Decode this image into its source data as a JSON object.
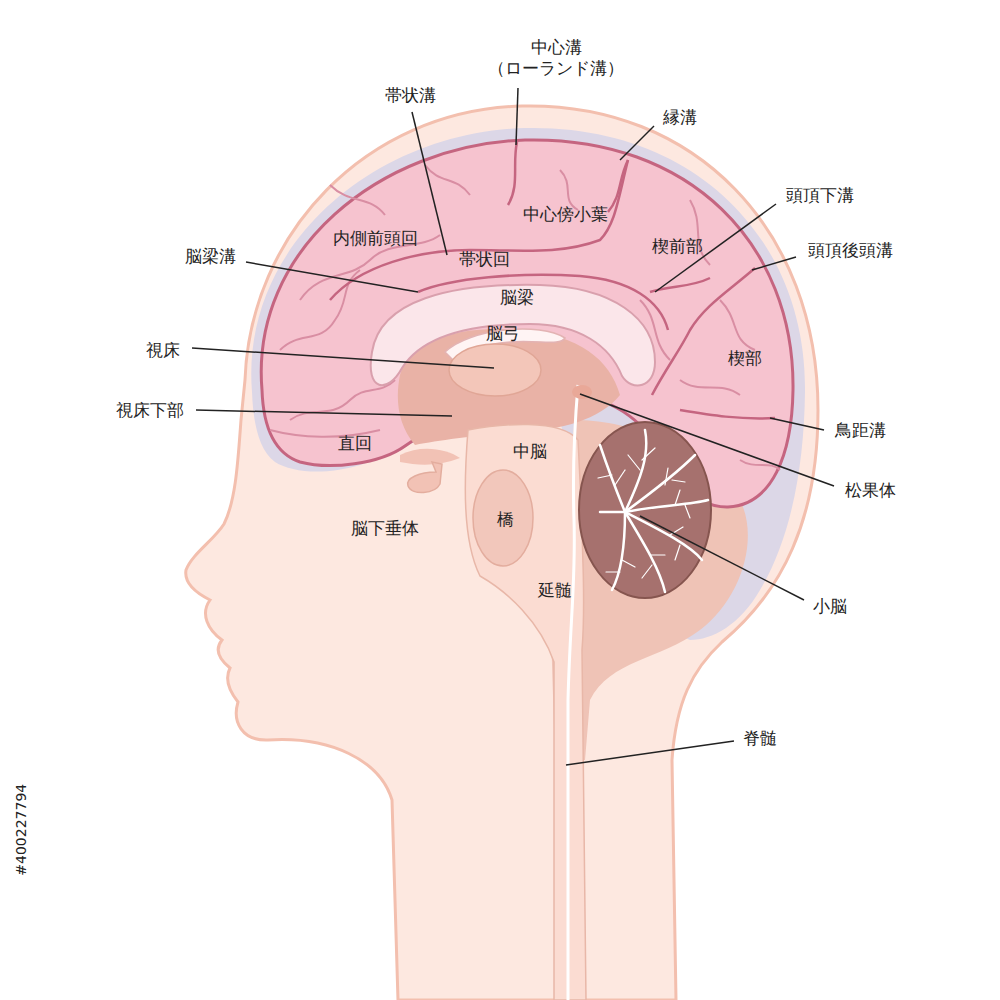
{
  "diagram": {
    "labels": [
      "中心溝 （ローランド溝）",
      "帯状溝",
      "縁溝",
      "頭頂下溝",
      "中心傍小葉",
      "内側前頭回",
      "楔前部",
      "頭頂後頭溝",
      "脳梁溝",
      "帯状回",
      "脳梁",
      "脳弓",
      "視床",
      "楔部",
      "視床下部",
      "鳥距溝",
      "直回",
      "中脳",
      "松果体",
      "橋",
      "脳下垂体",
      "延髄",
      "小脳",
      "脊髄",
      "#400227794"
    ]
  }
}
